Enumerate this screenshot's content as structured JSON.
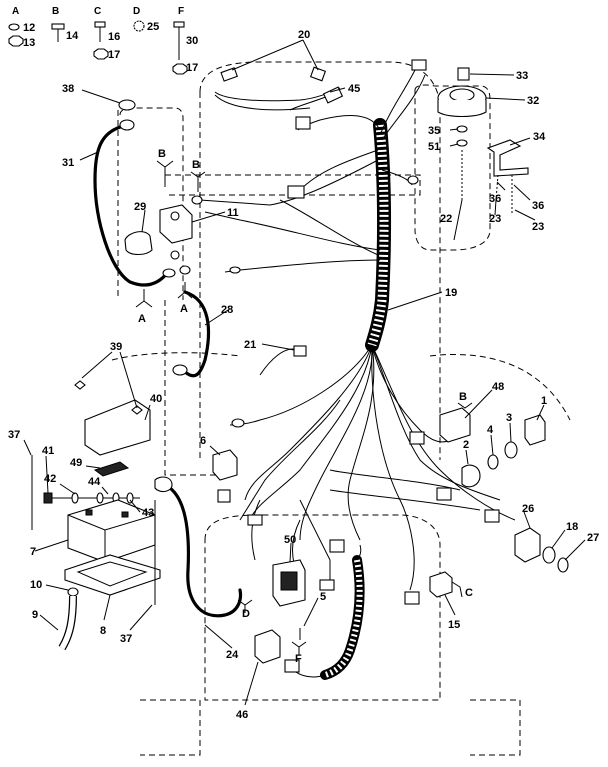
{
  "hardware_legend": [
    {
      "letter": "A",
      "callouts": [
        "12",
        "13"
      ]
    },
    {
      "letter": "B",
      "callouts": [
        "14"
      ]
    },
    {
      "letter": "C",
      "callouts": [
        "16",
        "17"
      ]
    },
    {
      "letter": "D",
      "callouts": [
        "25"
      ]
    },
    {
      "letter": "F",
      "callouts": [
        "30",
        "17"
      ]
    }
  ],
  "callouts": [
    {
      "id": "20",
      "label": "20"
    },
    {
      "id": "45",
      "label": "45"
    },
    {
      "id": "33",
      "label": "33"
    },
    {
      "id": "32",
      "label": "32"
    },
    {
      "id": "38",
      "label": "38"
    },
    {
      "id": "35",
      "label": "35"
    },
    {
      "id": "51",
      "label": "51"
    },
    {
      "id": "34",
      "label": "34"
    },
    {
      "id": "31",
      "label": "31"
    },
    {
      "id": "29",
      "label": "29"
    },
    {
      "id": "11",
      "label": "11"
    },
    {
      "id": "36a",
      "label": "36"
    },
    {
      "id": "36b",
      "label": "36"
    },
    {
      "id": "22",
      "label": "22"
    },
    {
      "id": "23a",
      "label": "23"
    },
    {
      "id": "23b",
      "label": "23"
    },
    {
      "id": "19",
      "label": "19"
    },
    {
      "id": "28",
      "label": "28"
    },
    {
      "id": "21",
      "label": "21"
    },
    {
      "id": "39",
      "label": "39"
    },
    {
      "id": "40",
      "label": "40"
    },
    {
      "id": "48",
      "label": "48"
    },
    {
      "id": "1",
      "label": "1"
    },
    {
      "id": "3",
      "label": "3"
    },
    {
      "id": "4",
      "label": "4"
    },
    {
      "id": "2",
      "label": "2"
    },
    {
      "id": "37a",
      "label": "37"
    },
    {
      "id": "6",
      "label": "6"
    },
    {
      "id": "41",
      "label": "41"
    },
    {
      "id": "49",
      "label": "49"
    },
    {
      "id": "42",
      "label": "42"
    },
    {
      "id": "44",
      "label": "44"
    },
    {
      "id": "43",
      "label": "43"
    },
    {
      "id": "26",
      "label": "26"
    },
    {
      "id": "18",
      "label": "18"
    },
    {
      "id": "27",
      "label": "27"
    },
    {
      "id": "7",
      "label": "7"
    },
    {
      "id": "50",
      "label": "50"
    },
    {
      "id": "10",
      "label": "10"
    },
    {
      "id": "5",
      "label": "5"
    },
    {
      "id": "15",
      "label": "15"
    },
    {
      "id": "9",
      "label": "9"
    },
    {
      "id": "8",
      "label": "8"
    },
    {
      "id": "37b",
      "label": "37"
    },
    {
      "id": "24",
      "label": "24"
    },
    {
      "id": "46",
      "label": "46"
    }
  ],
  "connector_letters": {
    "B_top": "B",
    "B_mid": "B",
    "A_left": "A",
    "A_right": "A",
    "B_right": "B",
    "D": "D",
    "F": "F",
    "C": "C"
  }
}
